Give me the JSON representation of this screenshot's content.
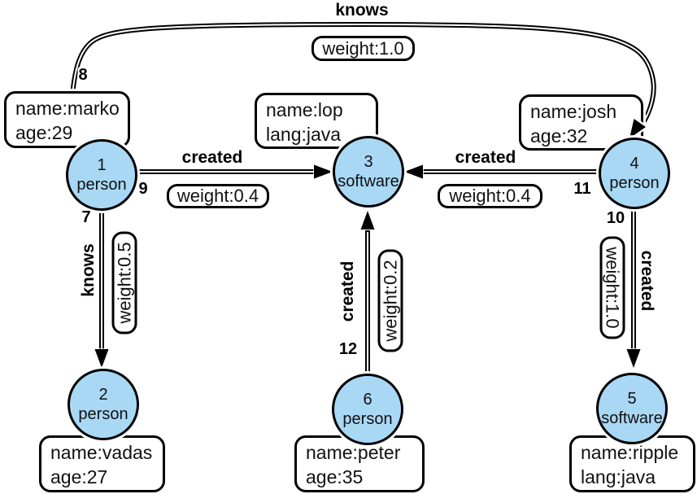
{
  "diagram": {
    "type": "property-graph",
    "colors": {
      "vertex_fill": "#a9d8f5",
      "stroke": "#000000",
      "box_background": "#ffffff",
      "background": "#ffffff"
    }
  },
  "vertices": [
    {
      "id": "1",
      "label": "person",
      "properties": [
        "name:marko",
        "age:29"
      ]
    },
    {
      "id": "2",
      "label": "person",
      "properties": [
        "name:vadas",
        "age:27"
      ]
    },
    {
      "id": "3",
      "label": "software",
      "properties": [
        "name:lop",
        "lang:java"
      ]
    },
    {
      "id": "4",
      "label": "person",
      "properties": [
        "name:josh",
        "age:32"
      ]
    },
    {
      "id": "5",
      "label": "software",
      "properties": [
        "name:ripple",
        "lang:java"
      ]
    },
    {
      "id": "6",
      "label": "person",
      "properties": [
        "name:peter",
        "age:35"
      ]
    }
  ],
  "edges": [
    {
      "id": "7",
      "label": "knows",
      "weight": "weight:0.5",
      "source": "1",
      "target": "2"
    },
    {
      "id": "8",
      "label": "knows",
      "weight": "weight:1.0",
      "source": "1",
      "target": "4"
    },
    {
      "id": "9",
      "label": "created",
      "weight": "weight:0.4",
      "source": "1",
      "target": "3"
    },
    {
      "id": "10",
      "label": "created",
      "weight": "weight:1.0",
      "source": "4",
      "target": "5"
    },
    {
      "id": "11",
      "label": "created",
      "weight": "weight:0.4",
      "source": "4",
      "target": "3"
    },
    {
      "id": "12",
      "label": "created",
      "weight": "weight:0.2",
      "source": "6",
      "target": "3"
    }
  ]
}
